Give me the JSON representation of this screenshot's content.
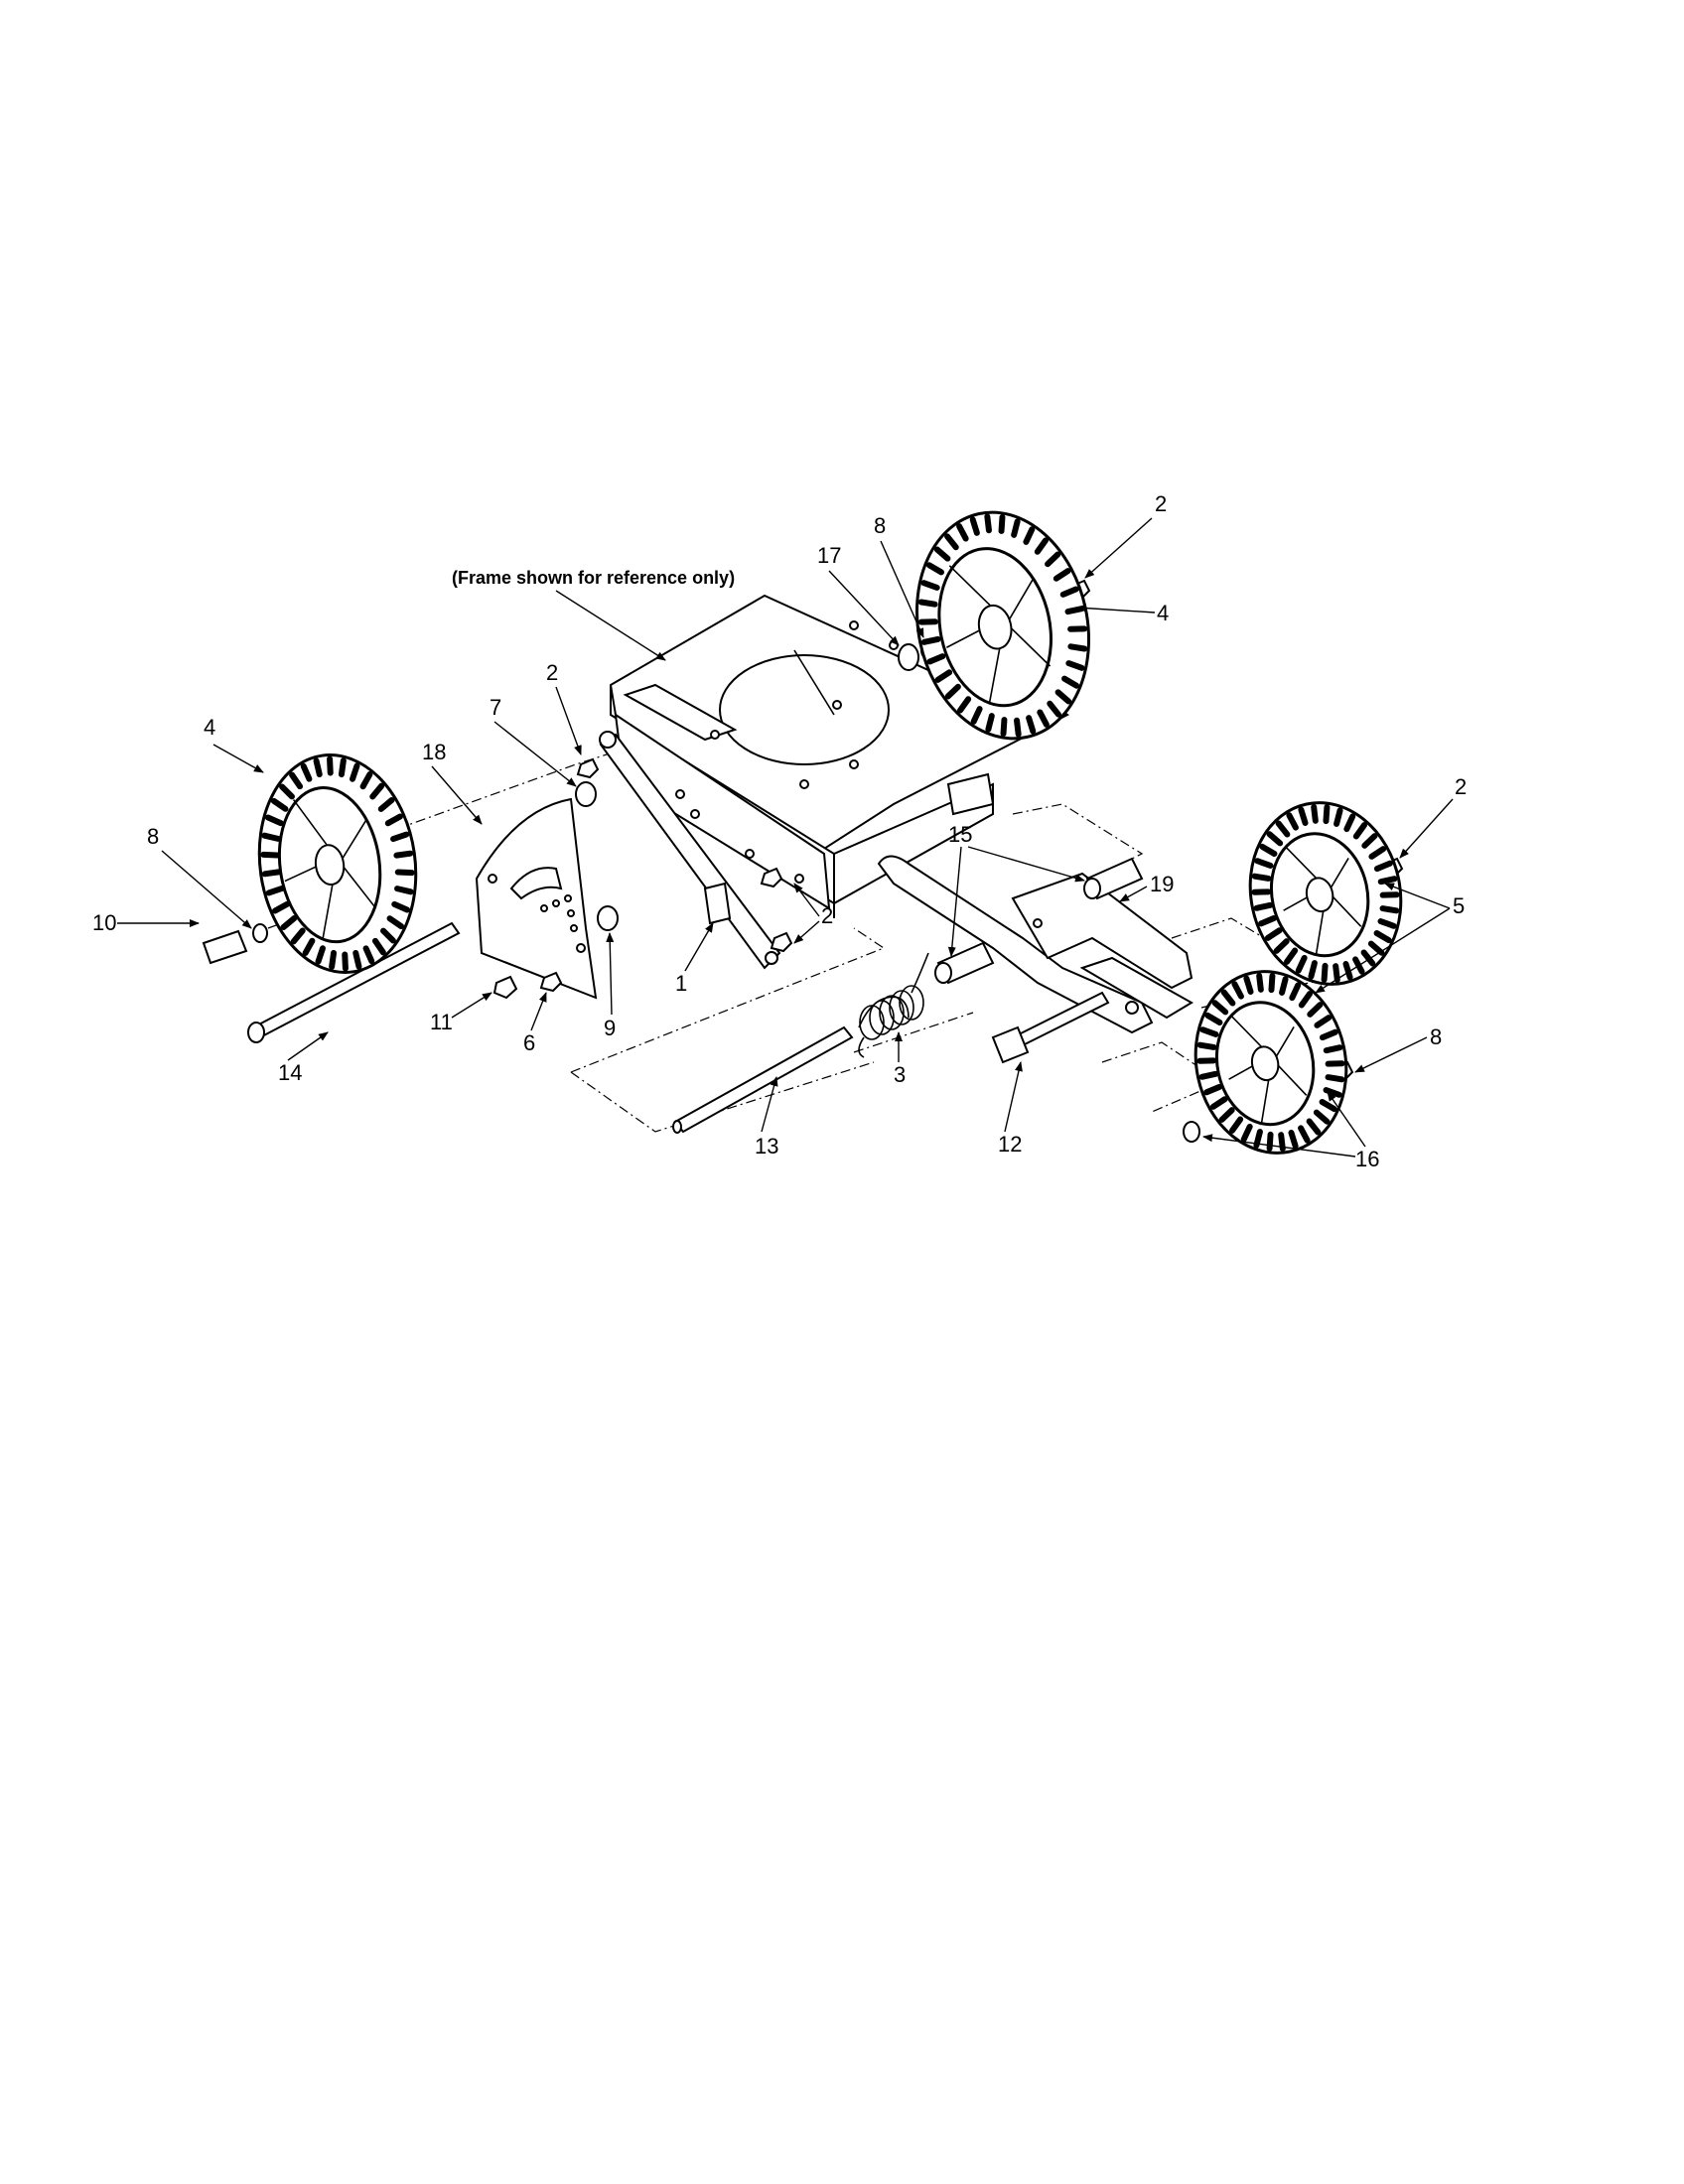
{
  "note": "(Frame shown for reference only)",
  "callouts": {
    "c1": "1",
    "c2a": "2",
    "c2b": "2",
    "c2c": "2",
    "c2d": "2",
    "c3": "3",
    "c4a": "4",
    "c4b": "4",
    "c5": "5",
    "c6": "6",
    "c7": "7",
    "c8a": "8",
    "c8b": "8",
    "c8c": "8",
    "c9": "9",
    "c10": "10",
    "c11": "11",
    "c12": "12",
    "c13": "13",
    "c14": "14",
    "c15": "15",
    "c16": "16",
    "c17": "17",
    "c18": "18",
    "c19": "19"
  },
  "colors": {
    "ink": "#000000",
    "paper": "#ffffff"
  }
}
